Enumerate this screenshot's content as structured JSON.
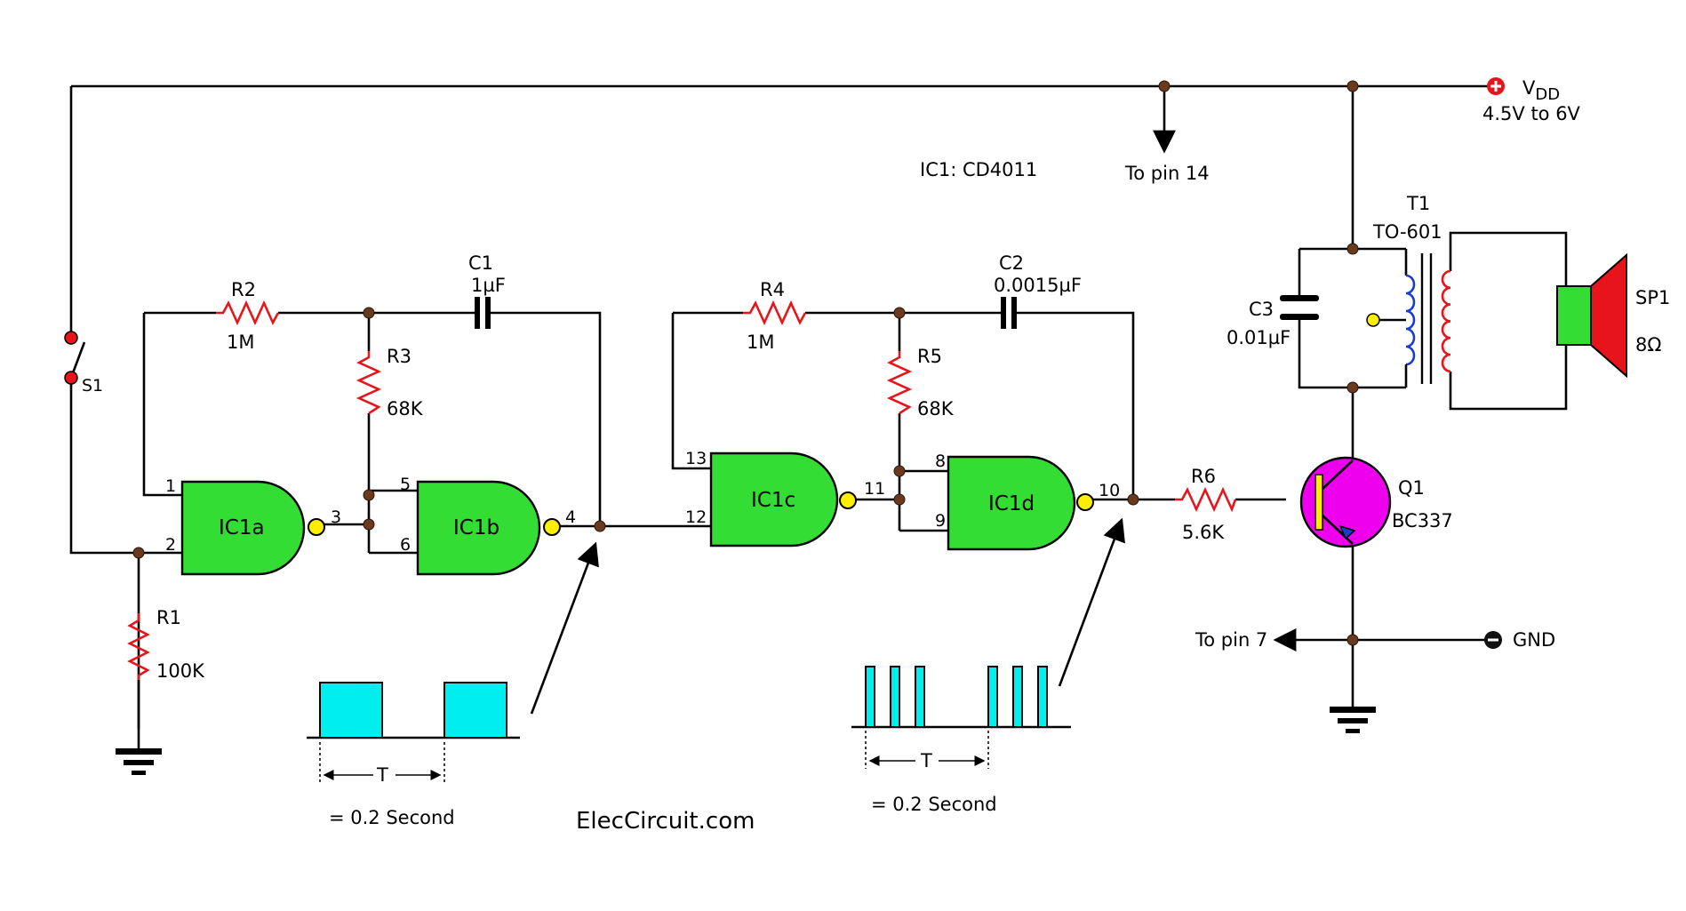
{
  "supply": {
    "name": "V",
    "sub": "DD",
    "range": "4.5V to 6V"
  },
  "gnd": "GND",
  "ic": "IC1: CD4011",
  "to_pin14": "To pin 14",
  "to_pin7": "To pin 7",
  "switch": "S1",
  "r1": {
    "name": "R1",
    "value": "100K"
  },
  "r2": {
    "name": "R2",
    "value": "1M"
  },
  "r3": {
    "name": "R3",
    "value": "68K"
  },
  "r4": {
    "name": "R4",
    "value": "1M"
  },
  "r5": {
    "name": "R5",
    "value": "68K"
  },
  "r6": {
    "name": "R6",
    "value": "5.6K"
  },
  "c1": {
    "name": "C1",
    "value": "1µF"
  },
  "c2": {
    "name": "C2",
    "value": "0.0015µF"
  },
  "c3": {
    "name": "C3",
    "value": "0.01µF"
  },
  "t1": {
    "name": "T1",
    "value": "TO-601"
  },
  "sp1": {
    "name": "SP1",
    "value": "8Ω"
  },
  "q1": {
    "name": "Q1",
    "value": "BC337"
  },
  "gates": {
    "a": "IC1a",
    "b": "IC1b",
    "c": "IC1c",
    "d": "IC1d"
  },
  "pins": {
    "p1": "1",
    "p2": "2",
    "p3": "3",
    "p4": "4",
    "p5": "5",
    "p6": "6",
    "p8": "8",
    "p9": "9",
    "p10": "10",
    "p11": "11",
    "p12": "12",
    "p13": "13"
  },
  "wave1": {
    "period": "T",
    "caption": "= 0.2 Second"
  },
  "wave2": {
    "period": "T",
    "caption": "= 0.2 Second"
  },
  "brand": "ElecCircuit.com",
  "colors": {
    "gate": "#33dd33",
    "resistor": "#e8141b",
    "capacitor": "#000000",
    "transistor": "#ee00ee",
    "speaker": "#e8141b",
    "pulse": "#00eeee",
    "node": "#6b3a1e",
    "output_bubble": "#ffee00"
  }
}
